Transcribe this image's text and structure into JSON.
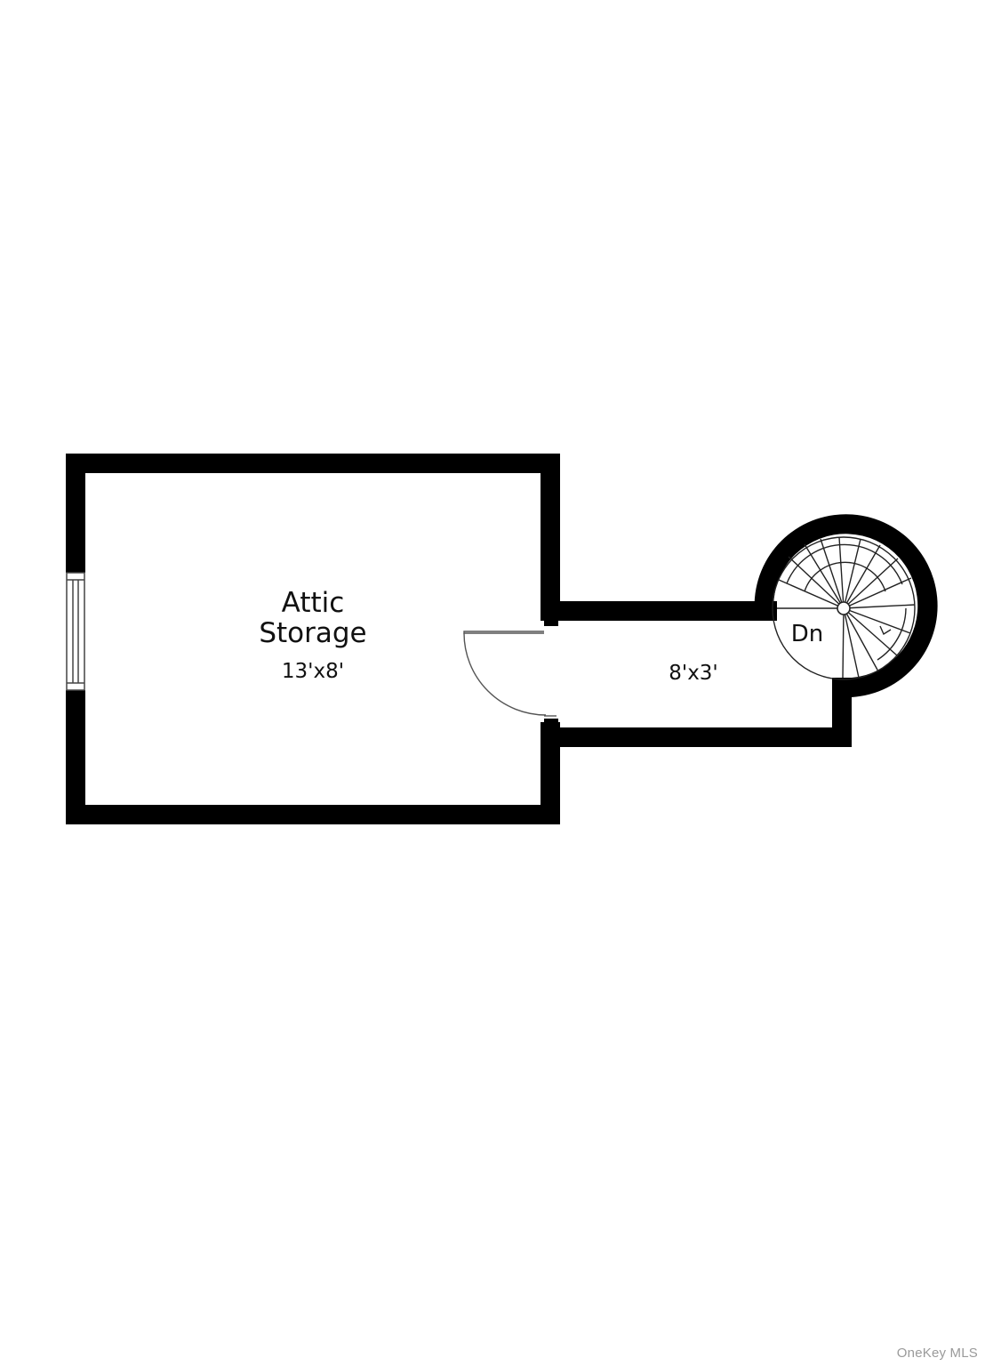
{
  "rooms": [
    {
      "id": "attic",
      "name_line1": "Attic",
      "name_line2": "Storage",
      "dimensions": "13'x8'"
    },
    {
      "id": "hall",
      "dimensions": "8'x3'"
    }
  ],
  "stair": {
    "label": "Dn"
  },
  "colors": {
    "wall": "#000000",
    "background": "#ffffff",
    "thin_line": "#444444",
    "watermark": "#9a9a9a"
  },
  "watermark": "OneKey MLS"
}
